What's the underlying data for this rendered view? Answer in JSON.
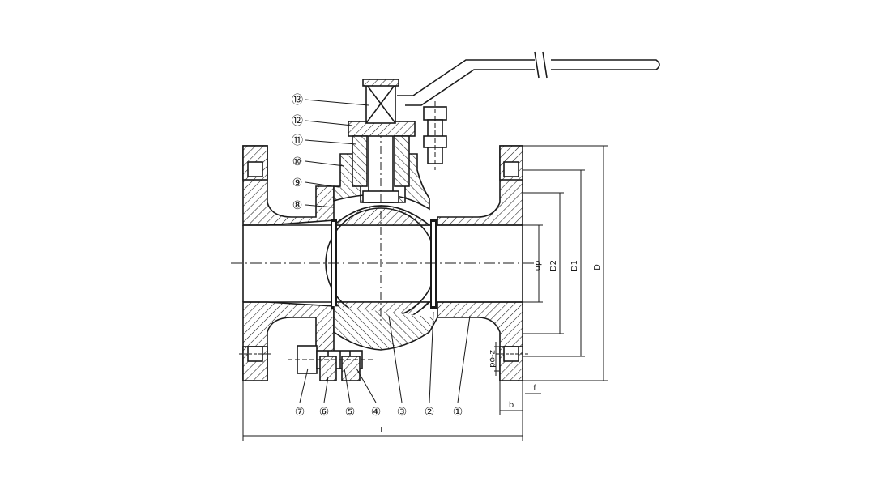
{
  "diagram": {
    "type": "flanged ball valve cross-section",
    "colors": {
      "line": "#1a1a1a",
      "background": "#ffffff",
      "hatch": "#1a1a1a"
    },
    "part_callouts_left": [
      {
        "label": "⑬"
      },
      {
        "label": "⑫"
      },
      {
        "label": "⑪"
      },
      {
        "label": "⑩"
      },
      {
        "label": "⑨"
      },
      {
        "label": "⑧"
      }
    ],
    "part_callouts_bottom": [
      {
        "label": "⑦"
      },
      {
        "label": "⑥"
      },
      {
        "label": "⑤"
      },
      {
        "label": "④"
      },
      {
        "label": "③"
      },
      {
        "label": "②"
      },
      {
        "label": "①"
      }
    ],
    "dimensions": {
      "D": "D",
      "D1": "D1",
      "D2": "D2",
      "dn": "dn",
      "bolt": "z-φd",
      "f": "f",
      "b": "b",
      "L": "L"
    }
  }
}
